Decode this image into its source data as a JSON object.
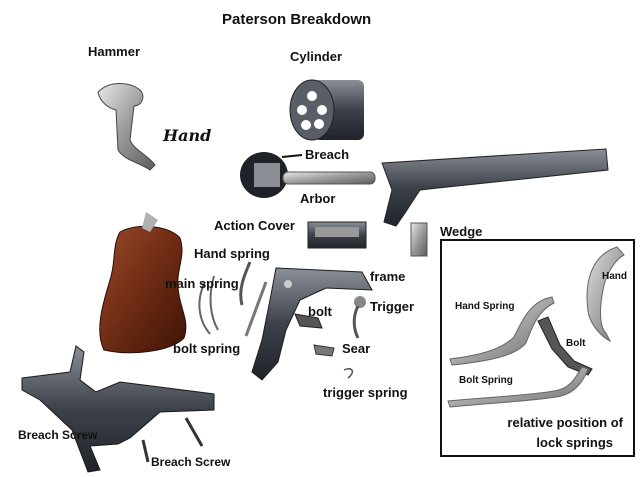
{
  "title": "Paterson Breakdown",
  "labels": {
    "hammer": "Hammer",
    "hand": "Hand",
    "cylinder": "Cylinder",
    "breach": "Breach",
    "arbor": "Arbor",
    "action_cover": "Action Cover",
    "wedge": "Wedge",
    "hand_spring": "Hand spring",
    "main_spring": "main spring",
    "frame": "frame",
    "bolt": "bolt",
    "trigger": "Trigger",
    "bolt_spring": "bolt spring",
    "sear": "Sear",
    "trigger_spring": "trigger spring",
    "breach_screw_1": "Breach Screw",
    "breach_screw_2": "Breach Screw"
  },
  "inset": {
    "hand": "Hand",
    "hand_spring": "Hand Spring",
    "bolt": "Bolt",
    "bolt_spring": "Bolt Spring",
    "caption_line1": "relative position of",
    "caption_line2": "lock springs"
  }
}
